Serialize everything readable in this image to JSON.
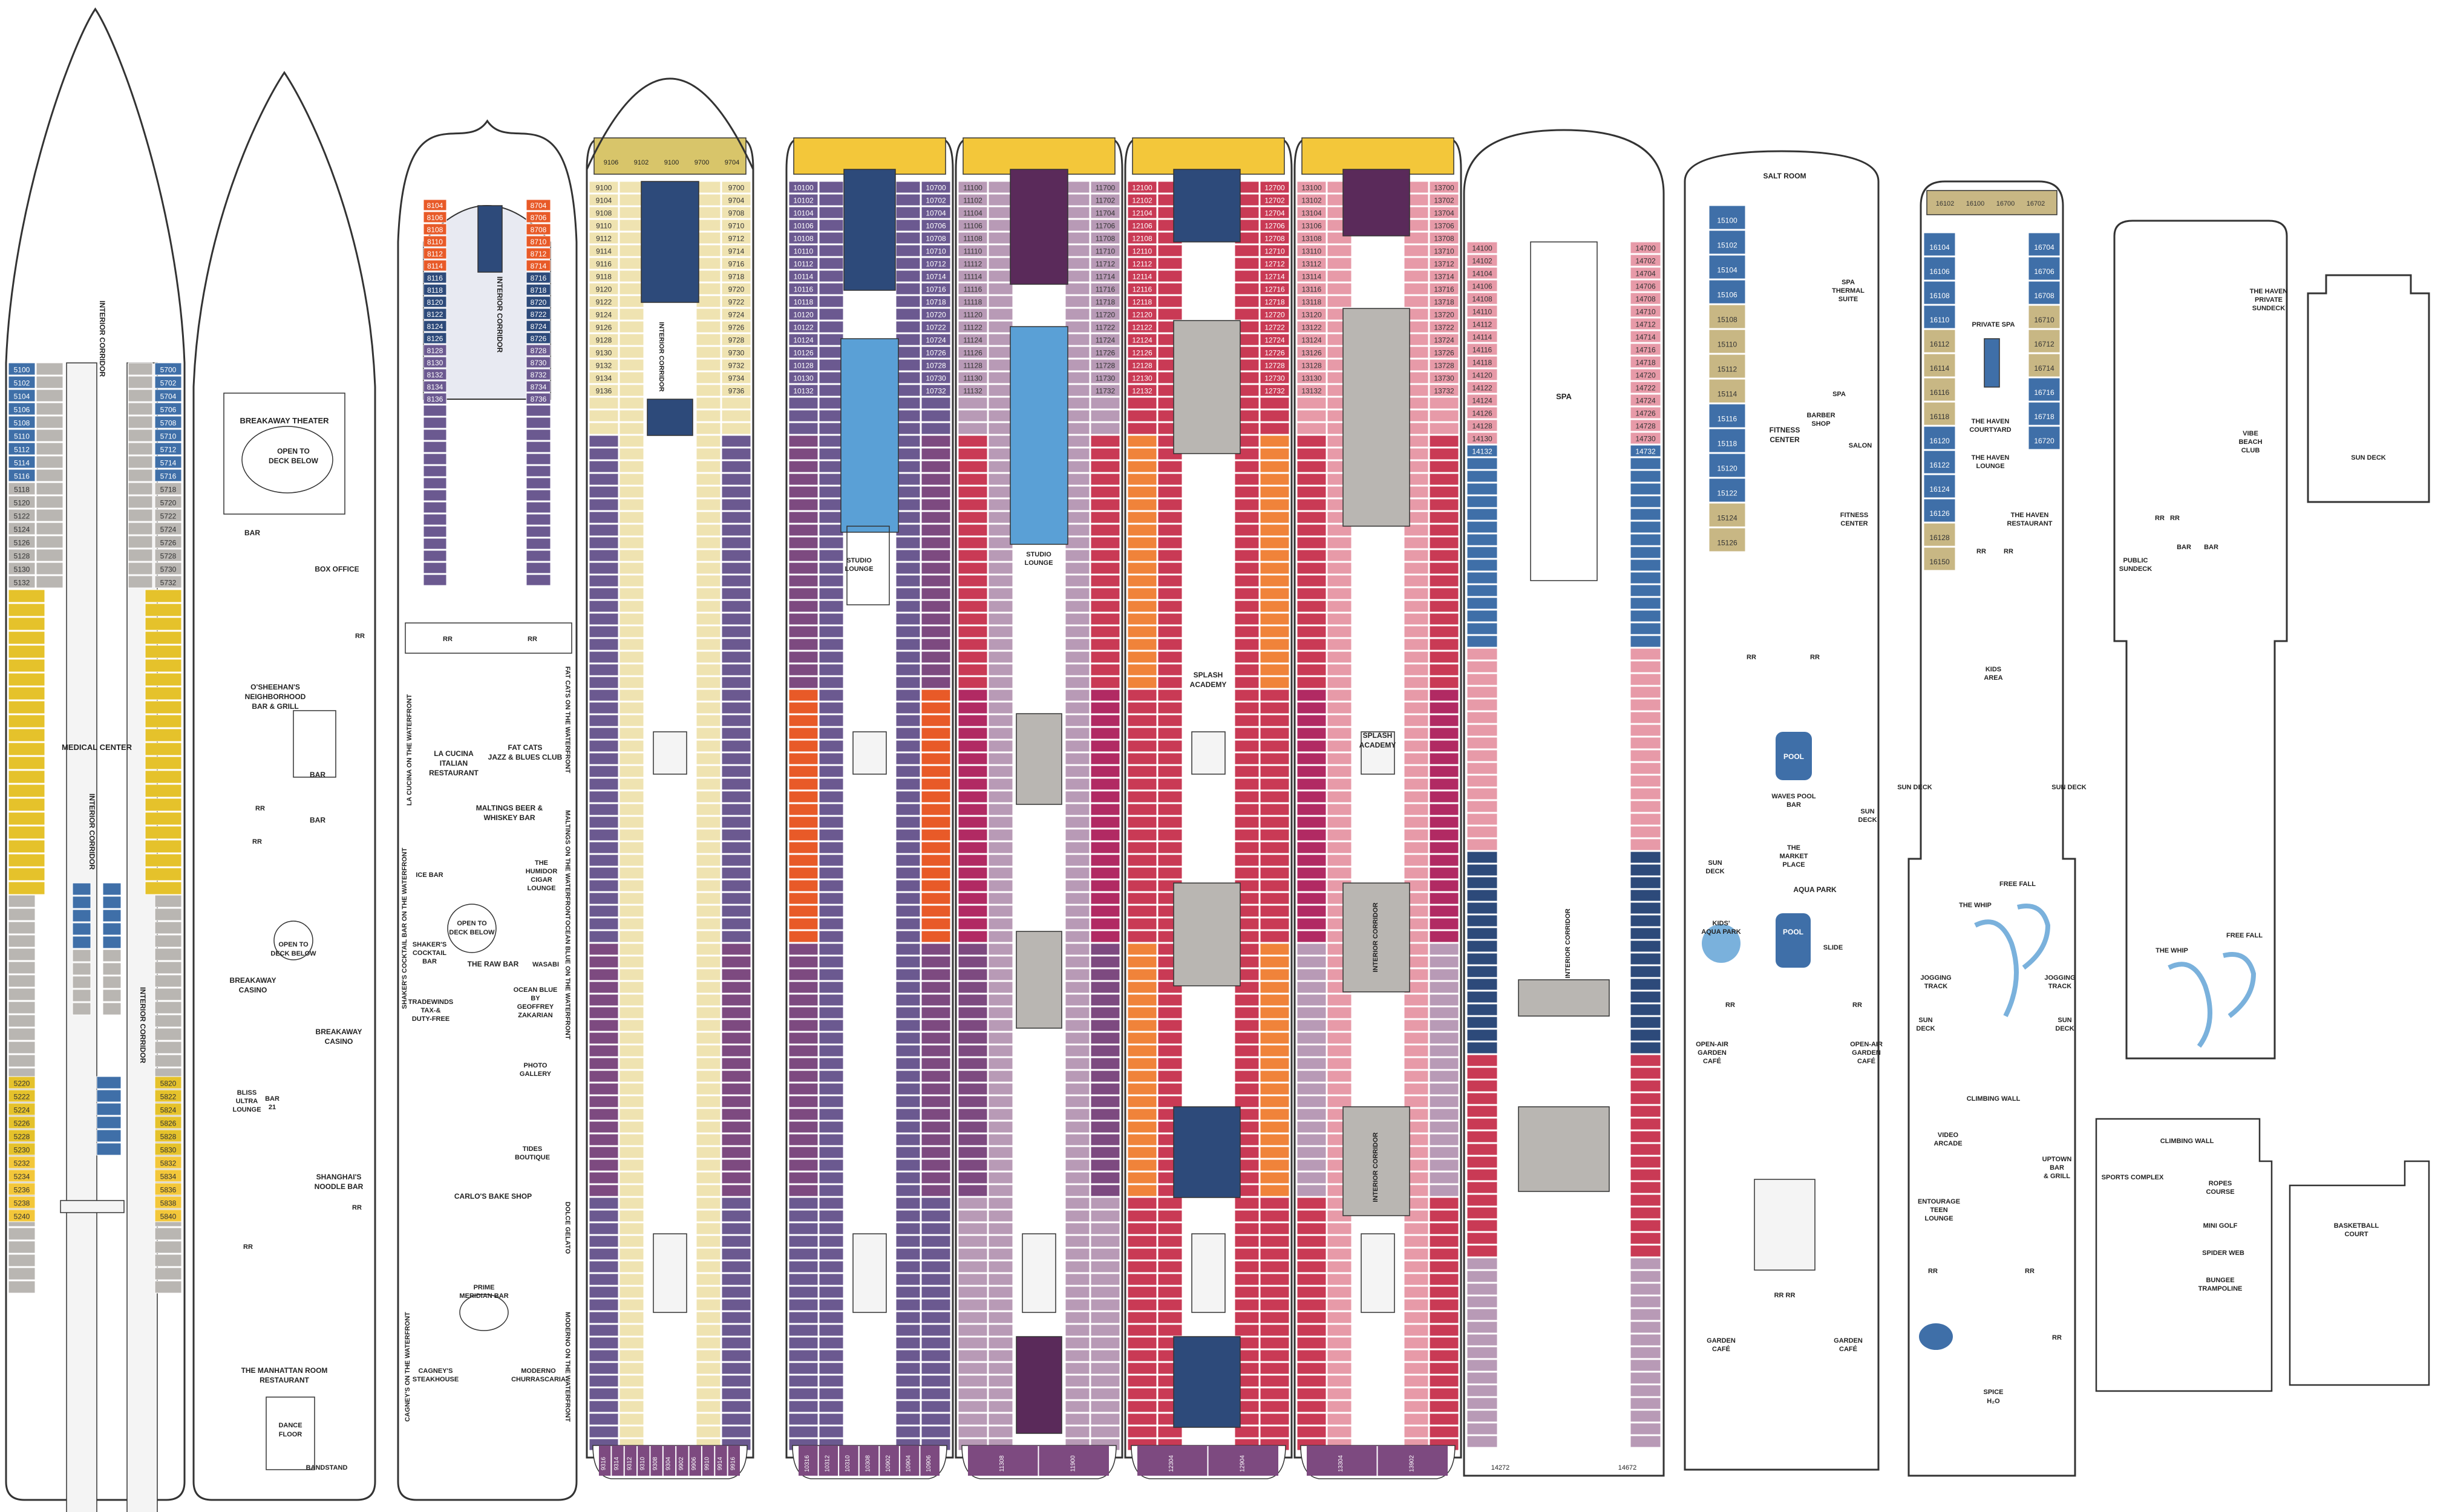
{
  "colors": {
    "outline": "#333333",
    "hull_fill": "#ffffff",
    "interior": "#f4f4f4",
    "suite_gold": "#e5c22b",
    "haven_gold": "#c8b784",
    "aft_gold": "#f3c73a",
    "bow_gold": "#d8c56a",
    "balcony_purple": "#7d4a80",
    "balcony_violet": "#6b5990",
    "inside_gray": "#b9b6b2",
    "oceanview_blue": "#3f6fa8",
    "oceanview_navy": "#2d4a7a",
    "studio_lightblue": "#5aa0d6",
    "minisuite_red": "#c93a55",
    "spa_pink": "#e79aa8",
    "magenta": "#b12a63",
    "orange": "#f0833a",
    "deep_orange": "#e85a28",
    "mauve": "#b89ab6",
    "cream": "#efe3b1",
    "dark_purple": "#5a2a5a"
  },
  "decks": [
    {
      "id": "deck5",
      "labels": [
        "INTERIOR CORRIDOR",
        "MEDICAL CENTER",
        "INTERIOR CORRIDOR",
        "INTERIOR CORRIDOR"
      ],
      "cabins_fwd_left": [
        "5100",
        "5102",
        "5104",
        "5106",
        "5108",
        "5110",
        "5112",
        "5114",
        "5116",
        "5118",
        "5120",
        "5122",
        "5124",
        "5126",
        "5128",
        "5130",
        "5132"
      ],
      "cabins_fwd_right": [
        "5700",
        "5702",
        "5704",
        "5706",
        "5708",
        "5710",
        "5712",
        "5714",
        "5716",
        "5718",
        "5720",
        "5722",
        "5724",
        "5726",
        "5728",
        "5730",
        "5732"
      ],
      "cabins_aft_left": [
        "5220",
        "5222",
        "5224",
        "5226",
        "5228",
        "5230",
        "5232",
        "5234",
        "5236",
        "5238",
        "5240"
      ],
      "cabins_aft_right": [
        "5820",
        "5822",
        "5824",
        "5826",
        "5828",
        "5830",
        "5832",
        "5834",
        "5836",
        "5838",
        "5840"
      ]
    },
    {
      "id": "deck6",
      "labels": [
        "BREAKAWAY THEATER",
        "OPEN TO DECK BELOW",
        "BAR",
        "BOX OFFICE",
        "RR",
        "O'SHEEHAN'S NEIGHBORHOOD BAR & GRILL",
        "BAR",
        "RR",
        "BAR",
        "RR",
        "OPEN TO DECK BELOW",
        "BREAKAWAY CASINO",
        "BREAKAWAY CASINO",
        "BLISS ULTRA LOUNGE",
        "BAR 21",
        "SHANGHAI'S NOODLE BAR",
        "RR",
        "RR",
        "THE MANHATTAN ROOM RESTAURANT",
        "DANCE FLOOR",
        "BANDSTAND"
      ]
    },
    {
      "id": "deck7",
      "labels": [
        "INTERIOR CORRIDOR",
        "RR",
        "RR",
        "LA CUCINA ITALIAN RESTAURANT",
        "FAT CATS JAZZ & BLUES CLUB",
        "LA CUCINA ON THE WATERFRONT",
        "FAT CATS ON THE WATERFRONT",
        "MALTINGS BEER & WHISKEY BAR",
        "ICE BAR",
        "THE HUMIDOR CIGAR LOUNGE",
        "MALTINGS ON THE WATERFRONT",
        "OPEN TO DECK BELOW",
        "SHAKER'S COCKTAIL BAR",
        "THE RAW BAR",
        "WASABI",
        "SHAKER'S COCKTAIL BAR ON THE WATERFRONT",
        "TRADEWINDS TAX-& DUTY-FREE",
        "OCEAN BLUE BY GEOFFREY ZAKARIAN",
        "OCEAN BLUE ON THE WATERFRONT",
        "PHOTO GALLERY",
        "TIDES BOUTIQUE",
        "CARLO'S BAKE SHOP",
        "DOLCE GELATO",
        "PRIME MERIDIAN BAR",
        "CAGNEY'S STEAKHOUSE",
        "MODERNO CHURRASCARIA",
        "CAGNEY'S ON THE WATERFRONT",
        "MODERNO ON THE WATERFRONT",
        "RR",
        "RR"
      ],
      "cabins_fwd_left": [
        "8104",
        "8106",
        "8108",
        "8110",
        "8112",
        "8114",
        "8116",
        "8118",
        "8120",
        "8122",
        "8124",
        "8126",
        "8128",
        "8130",
        "8132",
        "8134",
        "8136"
      ],
      "cabins_fwd_right": [
        "8704",
        "8706",
        "8708",
        "8710",
        "8712",
        "8714",
        "8716",
        "8718",
        "8720",
        "8722",
        "8724",
        "8726",
        "8728",
        "8730",
        "8732",
        "8734",
        "8736"
      ]
    },
    {
      "id": "deck9",
      "labels": [
        "INTERIOR CORRIDOR"
      ],
      "cabins_bow": [
        "9106",
        "9102",
        "9100",
        "9700",
        "9704"
      ],
      "cabins_fwd_left": [
        "9100",
        "9104",
        "9108",
        "9110",
        "9112",
        "9114",
        "9116",
        "9118",
        "9120",
        "9122",
        "9124",
        "9126",
        "9128",
        "9130",
        "9132",
        "9134",
        "9136"
      ],
      "cabins_fwd_right": [
        "9700",
        "9704",
        "9708",
        "9710",
        "9712",
        "9714",
        "9716",
        "9718",
        "9720",
        "9722",
        "9724",
        "9726",
        "9728",
        "9730",
        "9732",
        "9734",
        "9736"
      ],
      "cabins_aft": [
        "9316",
        "9314",
        "9312",
        "9310",
        "9308",
        "9304",
        "9902",
        "9906",
        "9910",
        "9914",
        "9916"
      ]
    },
    {
      "id": "deck10",
      "labels": [
        "STUDIO LOUNGE"
      ],
      "cabins_fwd_left": [
        "10100",
        "10102",
        "10104",
        "10106",
        "10108",
        "10110",
        "10112",
        "10114",
        "10116",
        "10118",
        "10120",
        "10122",
        "10124",
        "10126",
        "10128",
        "10130",
        "10132"
      ],
      "cabins_fwd_right": [
        "10700",
        "10702",
        "10704",
        "10706",
        "10708",
        "10710",
        "10712",
        "10714",
        "10716",
        "10718",
        "10720",
        "10722",
        "10724",
        "10726",
        "10728",
        "10730",
        "10732"
      ],
      "cabins_aft": [
        "10316",
        "10312",
        "10310",
        "10308",
        "10902",
        "10904",
        "10906"
      ]
    },
    {
      "id": "deck11",
      "labels": [
        "STUDIO LOUNGE"
      ],
      "cabins_fwd_left": [
        "11100",
        "11102",
        "11104",
        "11106",
        "11108",
        "11110",
        "11112",
        "11114",
        "11116",
        "11118",
        "11120",
        "11122",
        "11124",
        "11126",
        "11128",
        "11130",
        "11132"
      ],
      "cabins_fwd_right": [
        "11700",
        "11702",
        "11704",
        "11706",
        "11708",
        "11710",
        "11712",
        "11714",
        "11716",
        "11718",
        "11720",
        "11722",
        "11724",
        "11726",
        "11728",
        "11730",
        "11732"
      ],
      "cabins_aft": [
        "11308",
        "11900"
      ]
    },
    {
      "id": "deck12",
      "labels": [
        "SPLASH ACADEMY"
      ],
      "cabins_fwd_left": [
        "12100",
        "12102",
        "12104",
        "12106",
        "12108",
        "12110",
        "12112",
        "12114",
        "12116",
        "12118",
        "12120",
        "12122",
        "12124",
        "12126",
        "12128",
        "12130",
        "12132"
      ],
      "cabins_fwd_right": [
        "12700",
        "12702",
        "12704",
        "12706",
        "12708",
        "12710",
        "12712",
        "12714",
        "12716",
        "12718",
        "12720",
        "12722",
        "12724",
        "12726",
        "12728",
        "12730",
        "12732"
      ],
      "cabins_aft": [
        "12304",
        "12904"
      ]
    },
    {
      "id": "deck13",
      "labels": [
        "SPLASH ACADEMY",
        "INTERIOR CORRIDOR",
        "INTERIOR CORRIDOR"
      ],
      "cabins_fwd_left": [
        "13100",
        "13102",
        "13104",
        "13106",
        "13108",
        "13110",
        "13112",
        "13114",
        "13116",
        "13118",
        "13120",
        "13122",
        "13124",
        "13126",
        "13128",
        "13130",
        "13132"
      ],
      "cabins_fwd_right": [
        "13700",
        "13702",
        "13704",
        "13706",
        "13708",
        "13710",
        "13712",
        "13714",
        "13716",
        "13718",
        "13720",
        "13722",
        "13724",
        "13726",
        "13728",
        "13730",
        "13732"
      ],
      "cabins_aft": [
        "13304",
        "13902"
      ]
    },
    {
      "id": "deck14",
      "labels": [
        "SPA",
        "INTERIOR CORRIDOR",
        "INTERIOR CORRIDOR"
      ],
      "cabins_fwd_left": [
        "14100",
        "14102",
        "14104",
        "14106",
        "14108",
        "14110",
        "14112",
        "14114",
        "14116",
        "14118",
        "14120",
        "14122",
        "14124",
        "14126",
        "14128",
        "14130",
        "14132"
      ],
      "cabins_fwd_right": [
        "14700",
        "14702",
        "14704",
        "14706",
        "14708",
        "14710",
        "14712",
        "14714",
        "14716",
        "14718",
        "14720",
        "14722",
        "14724",
        "14726",
        "14728",
        "14730",
        "14732"
      ],
      "cabins_aft": [
        "14272",
        "14672"
      ]
    },
    {
      "id": "deck15",
      "labels": [
        "SALT ROOM",
        "SPA THERMAL SUITE",
        "SPA",
        "BARBER SHOP",
        "SALON",
        "FITNESS CENTER",
        "FITNESS CENTER",
        "RR",
        "RR",
        "POOL",
        "WAVES POOL BAR",
        "SUN DECK",
        "THE MARKET PLACE",
        "SUN DECK",
        "AQUA PARK",
        "KIDS' AQUA PARK",
        "POOL",
        "SLIDE",
        "RR",
        "RR",
        "OPEN-AIR GARDEN CAFÉ",
        "OPEN-AIR GARDEN CAFÉ",
        "RR RR",
        "GARDEN CAFÉ",
        "GARDEN CAFÉ"
      ],
      "cabins_left": [
        "15100",
        "15102",
        "15104",
        "15106",
        "15108",
        "15110",
        "15112",
        "15114",
        "15116",
        "15118",
        "15120",
        "15122",
        "15124",
        "15126"
      ]
    },
    {
      "id": "deck16",
      "labels": [
        "PRIVATE SPA",
        "THE HAVEN COURTYARD",
        "THE HAVEN LOUNGE",
        "THE HAVEN RESTAURANT",
        "RR",
        "RR",
        "KIDS AREA",
        "SUN DECK",
        "SUN DECK",
        "FREE FALL",
        "THE WHIP",
        "JOGGING TRACK",
        "JOGGING TRACK",
        "SUN DECK",
        "SUN DECK",
        "CLIMBING WALL",
        "VIDEO ARCADE",
        "ENTOURAGE TEEN LOUNGE",
        "UPTOWN BAR & GRILL",
        "RR",
        "RR",
        "RR",
        "SPICE H₂O"
      ],
      "cabins_bow": [
        "16102",
        "16100",
        "16700",
        "16702"
      ],
      "cabins_left": [
        "16104",
        "16106",
        "16108",
        "16110",
        "16112",
        "16114",
        "16116",
        "16118",
        "16120",
        "16122",
        "16124",
        "16126",
        "16128",
        "16150"
      ],
      "cabins_right": [
        "16704",
        "16706",
        "16708",
        "16710",
        "16712",
        "16714",
        "16716",
        "16718",
        "16720"
      ]
    },
    {
      "id": "deck17",
      "labels": [
        "THE HAVEN PRIVATE SUNDECK",
        "VIBE BEACH CLUB",
        "RR",
        "RR",
        "PUBLIC SUNDECK",
        "BAR",
        "BAR",
        "THE WHIP",
        "FREE FALL",
        "CLIMBING WALL",
        "SPORTS COMPLEX",
        "ROPES COURSE",
        "MINI GOLF",
        "SPIDER WEB",
        "BUNGEE TRAMPOLINE"
      ]
    },
    {
      "id": "deck18",
      "labels": [
        "SUN DECK",
        "BASKETBALL COURT"
      ]
    }
  ]
}
